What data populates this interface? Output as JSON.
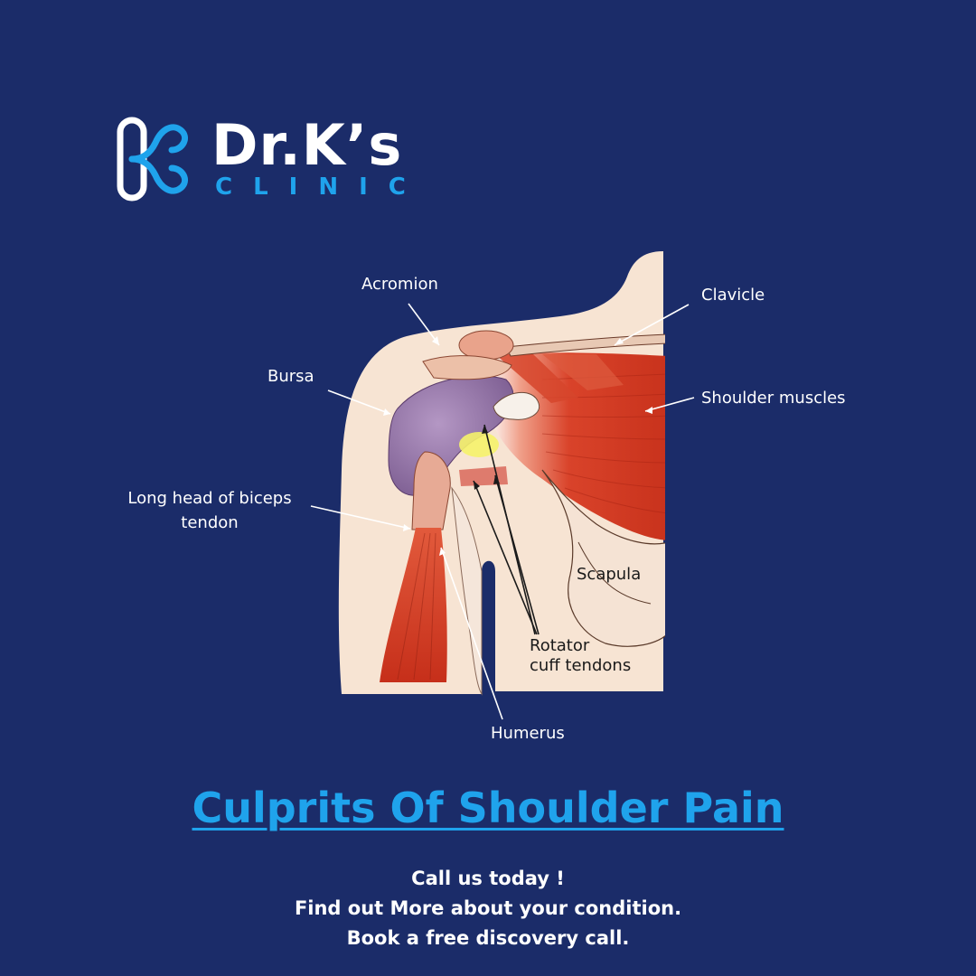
{
  "logo": {
    "title": "Dr.K’s",
    "subtitle": "CLINIC",
    "icon": "k-monogram-icon",
    "colors": {
      "primary": "#ffffff",
      "accent": "#1fa3ec"
    }
  },
  "diagram": {
    "labels": {
      "acromion": "Acromion",
      "clavicle": "Clavicle",
      "bursa": "Bursa",
      "shoulder_muscles": "Shoulder muscles",
      "biceps_line1": "Long head of biceps",
      "biceps_line2": "tendon",
      "scapula": "Scapula",
      "rotator_line1": "Rotator",
      "rotator_line2": "cuff tendons",
      "humerus": "Humerus"
    }
  },
  "headline": "Culprits Of Shoulder Pain",
  "cta": {
    "line1": "Call us today !",
    "line2": "Find out More about your condition.",
    "line3": "Book a free discovery call."
  },
  "colors": {
    "background": "#1b2c69",
    "headline": "#1fa3ec",
    "skin": "#f7e4d3",
    "muscle": "#d23a22",
    "bursa": "#8a6a9c"
  }
}
